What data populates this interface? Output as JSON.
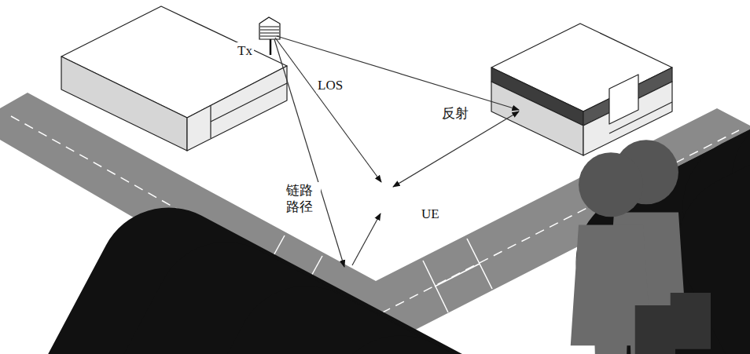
{
  "diagram": {
    "labels": [
      "Tx",
      "LOS",
      "反射",
      "链路 路径",
      "UE"
    ]
  }
}
